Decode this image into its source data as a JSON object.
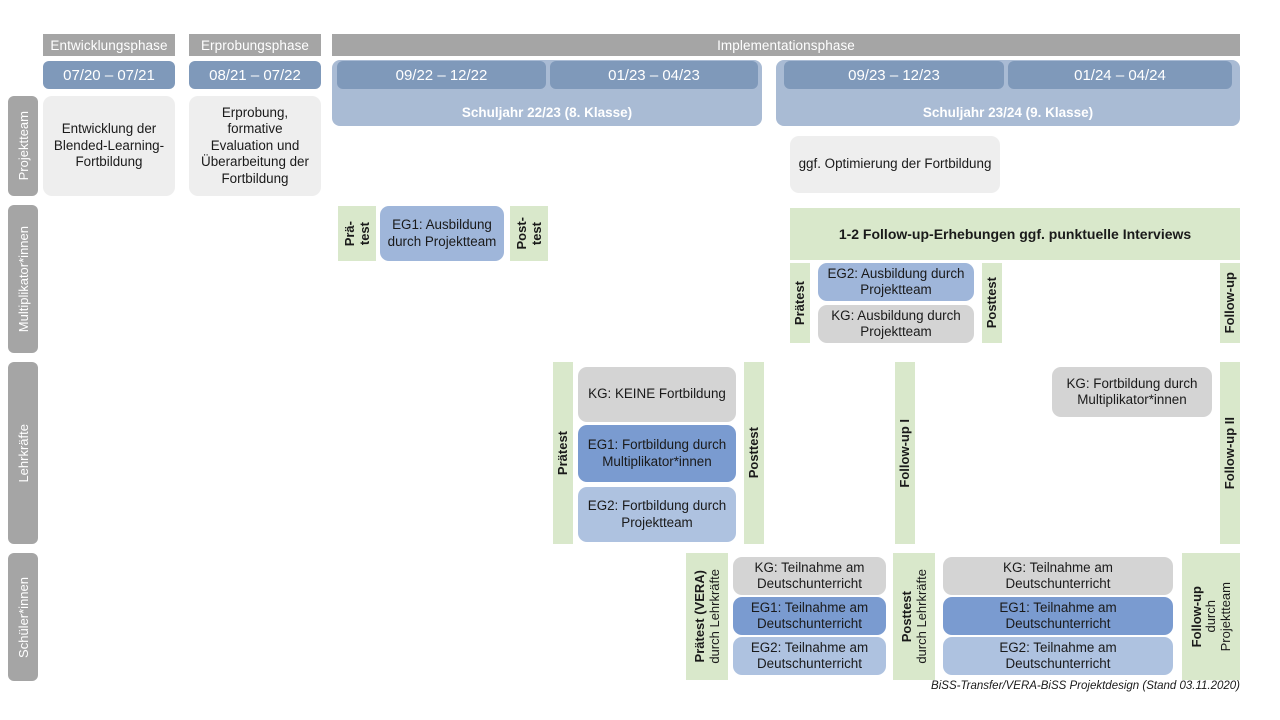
{
  "diagram": {
    "title": "BiSS-Transfer/VERA-BiSS Projektdesign",
    "footer": "BiSS-Transfer/VERA-BiSS Projektdesign (Stand 03.11.2020)",
    "colors": {
      "phase_header": "#a5a5a5",
      "period": "#7f99ba",
      "schoolyear": "#a9bbd4",
      "side_label": "#a5a5a5",
      "green_band": "#d9e8cb",
      "grey_light": "#eeeeee",
      "grey": "#d4d4d4",
      "blue_mid": "#9fb6da",
      "blue_dark": "#7a9bd0",
      "blue_light": "#aec2e0"
    }
  },
  "phases": [
    {
      "label": "Entwicklungsphase"
    },
    {
      "label": "Erprobungsphase"
    },
    {
      "label": "Implementationsphase"
    }
  ],
  "periods": [
    {
      "label": "07/20 – 07/21"
    },
    {
      "label": "08/21 – 07/22"
    },
    {
      "label": "09/22 – 12/22"
    },
    {
      "label": "01/23 – 04/23"
    },
    {
      "label": "09/23 – 12/23"
    },
    {
      "label": "01/24 – 04/24"
    }
  ],
  "school_years": [
    {
      "label": "Schuljahr 22/23 (8. Klasse)"
    },
    {
      "label": "Schuljahr 23/24 (9. Klasse)"
    }
  ],
  "rows": [
    {
      "id": "projektteam",
      "label": "Projektteam"
    },
    {
      "id": "multiplikatoren",
      "label": "Multiplikator*innen"
    },
    {
      "id": "lehrkraefte",
      "label": "Lehrkräfte"
    },
    {
      "id": "schueler",
      "label": "Schüler*innen"
    }
  ],
  "projektteam": {
    "dev_box": "Entwicklung der Blended-Learning-Fortbildung",
    "pilot_box": "Erprobung, formative Evaluation und Überarbeitung der Fortbildung",
    "optimize_box": "ggf. Optimierung der Fortbildung"
  },
  "multiplikatoren": {
    "pretest_1_line1": "Prä-",
    "pretest_1_line2": "test",
    "eg1_box": "EG1: Ausbildung durch Projektteam",
    "posttest_1_line1": "Post-",
    "posttest_1_line2": "test",
    "followup_survey": "1-2 Follow-up-Erhebungen ggf. punktuelle Interviews",
    "pretest_2": "Prätest",
    "eg2_box": "EG2: Ausbildung durch Projektteam",
    "kg_box": "KG: Ausbildung durch Projektteam",
    "posttest_2": "Posttest",
    "followup": "Follow-up"
  },
  "lehrkraefte": {
    "pretest": "Prätest",
    "kg_box": "KG: KEINE Fortbildung",
    "eg1_box": "EG1: Fortbildung durch Multiplikator*innen",
    "eg2_box": "EG2: Fortbildung durch Projektteam",
    "posttest": "Posttest",
    "followup_1": "Follow-up I",
    "kg_box_2": "KG: Fortbildung durch Multiplikator*innen",
    "followup_2": "Follow-up II"
  },
  "schueler": {
    "pretest_main": "Prätest (VERA)",
    "pretest_sub": "durch Lehrkräfte",
    "kg_box_1": "KG: Teilnahme am Deutschunterricht",
    "eg1_box_1": "EG1: Teilnahme am Deutschunterricht",
    "eg2_box_1": "EG2: Teilnahme am Deutschunterricht",
    "posttest_main": "Posttest",
    "posttest_sub": "durch Lehrkräfte",
    "kg_box_2": "KG: Teilnahme am Deutschunterricht",
    "eg1_box_2": "EG1: Teilnahme am Deutschunterricht",
    "eg2_box_2": "EG2: Teilnahme am Deutschunterricht",
    "followup_main": "Follow-up",
    "followup_sub1": "durch",
    "followup_sub2": "Projektteam"
  }
}
